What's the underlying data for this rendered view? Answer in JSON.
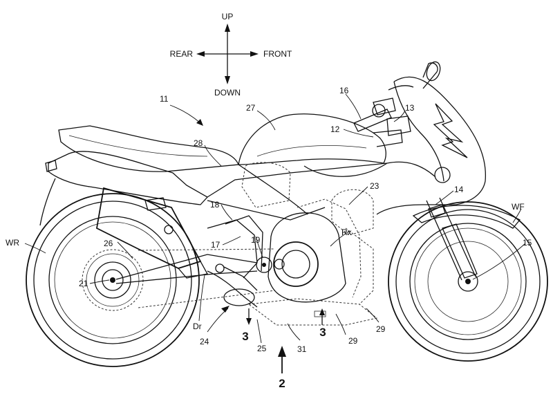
{
  "compass": {
    "up": "UP",
    "down": "DOWN",
    "rear": "REAR",
    "front": "FRONT"
  },
  "labels": {
    "n11": "11",
    "n12": "12",
    "n13": "13",
    "n14": "14",
    "n15": "15",
    "n16": "16",
    "n17": "17",
    "n18": "18",
    "n19": "19",
    "n21": "21",
    "n23": "23",
    "n24": "24",
    "n25": "25",
    "n26": "26",
    "n27": "27",
    "n28": "28",
    "n29a": "29",
    "n29b": "29",
    "n31": "31",
    "wr": "WR",
    "wf": "WF",
    "rx": "Rx",
    "dr": "Dr"
  },
  "section_marks": {
    "left": "3",
    "right": "3",
    "view": "2"
  }
}
